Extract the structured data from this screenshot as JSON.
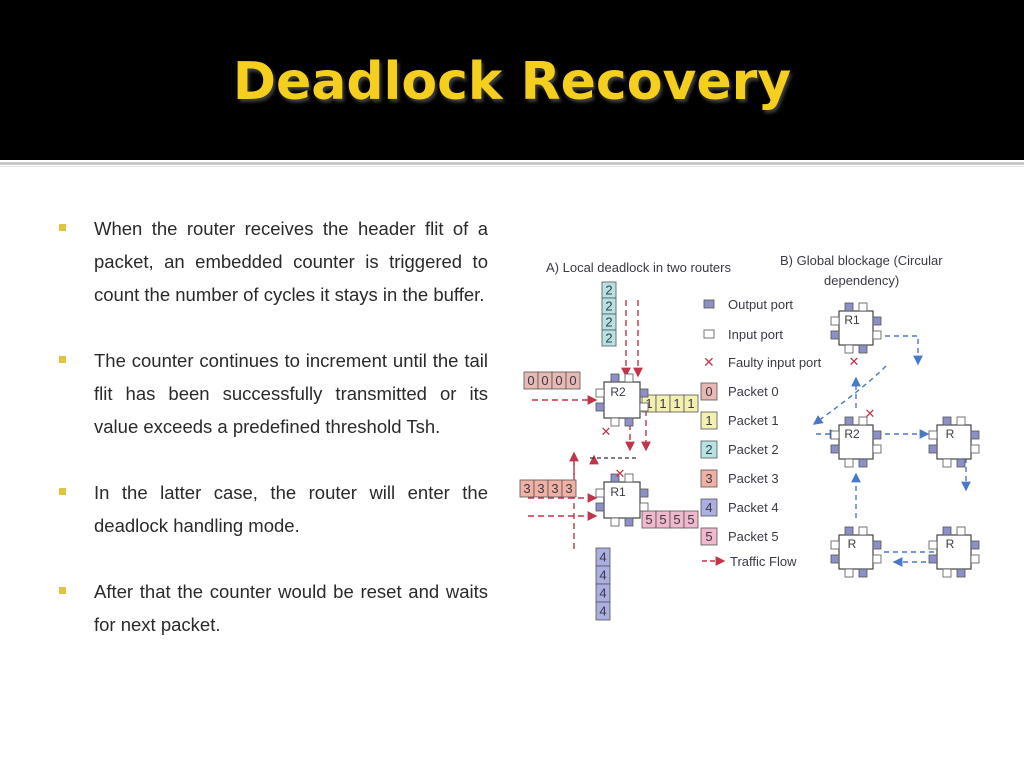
{
  "slide": {
    "title": "Deadlock Recovery",
    "colors": {
      "header_bg": "#000000",
      "title": "#f5cf1e",
      "bullet_marker": "#e2c340",
      "body_text": "#2a2a2a"
    }
  },
  "bullets": [
    "When the router receives the header flit of a packet, an embedded counter is triggered to count the number of cycles it stays in the buffer.",
    "The counter continues to increment until the tail flit has been successfully transmitted or its value exceeds a predefined threshold Tsh.",
    "In the latter case, the router will enter the deadlock handling mode.",
    "After that the counter would be reset and waits for next packet."
  ],
  "figure": {
    "label_a": "A) Local deadlock in two routers",
    "label_b1": "B) Global blockage (Circular",
    "label_b2": "dependency)",
    "router_r1": "R1",
    "router_r2": "R2",
    "router_r": "R",
    "queue_top": [
      "2",
      "2",
      "2",
      "2"
    ],
    "queue_left_top": [
      "0",
      "0",
      "0",
      "0"
    ],
    "queue_right_top": [
      "1",
      "1",
      "1",
      "1"
    ],
    "queue_left_bottom": [
      "3",
      "3",
      "3",
      "3"
    ],
    "queue_right_bottom": [
      "5",
      "5",
      "5",
      "5"
    ],
    "queue_bottom": [
      "4",
      "4",
      "4",
      "4"
    ],
    "legend": [
      {
        "key": "output-port",
        "label": "Output port"
      },
      {
        "key": "input-port",
        "label": "Input port"
      },
      {
        "key": "faulty-input-port",
        "label": "Faulty input port"
      },
      {
        "key": "packet-0",
        "num": "0",
        "label": "Packet 0",
        "color": "#e8b8b4"
      },
      {
        "key": "packet-1",
        "num": "1",
        "label": "Packet 1",
        "color": "#f4f0b0"
      },
      {
        "key": "packet-2",
        "num": "2",
        "label": "Packet 2",
        "color": "#b6e2e4"
      },
      {
        "key": "packet-3",
        "num": "3",
        "label": "Packet 3",
        "color": "#f0b0a4"
      },
      {
        "key": "packet-4",
        "num": "4",
        "label": "Packet 4",
        "color": "#aaaee0"
      },
      {
        "key": "packet-5",
        "num": "5",
        "label": "Packet 5",
        "color": "#f0b8cc"
      },
      {
        "key": "traffic-flow",
        "label": "Traffic Flow"
      }
    ]
  }
}
